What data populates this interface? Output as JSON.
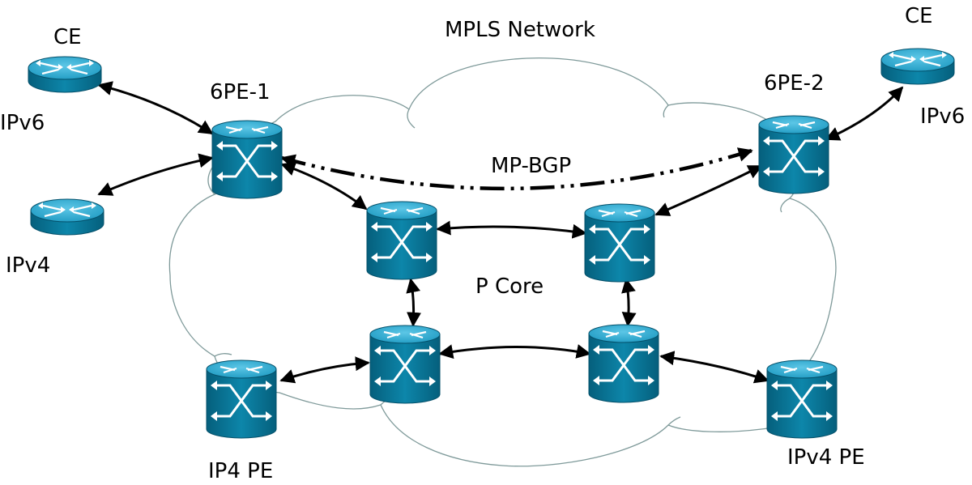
{
  "title": "MPLS Network",
  "labels": {
    "ce_left": "CE",
    "ce_right": "CE",
    "ipv6_left": "IPv6",
    "ipv6_right": "IPv6",
    "ipv4_left": "IPv4",
    "pe6_1": "6PE-1",
    "pe6_2": "6PE-2",
    "mpbgp": "MP-BGP",
    "pcore": "P Core",
    "ip4pe": "IP4 PE",
    "ipv4pe": "IPv4 PE"
  },
  "colors": {
    "device_body": "#0a7ea0",
    "device_top": "#3ab0d4",
    "device_edge": "#055d78",
    "link": "#000000",
    "cloud_stroke": "#7f9a9a"
  },
  "icons": {
    "router": "router-icon",
    "switch": "atm-switch-icon"
  }
}
